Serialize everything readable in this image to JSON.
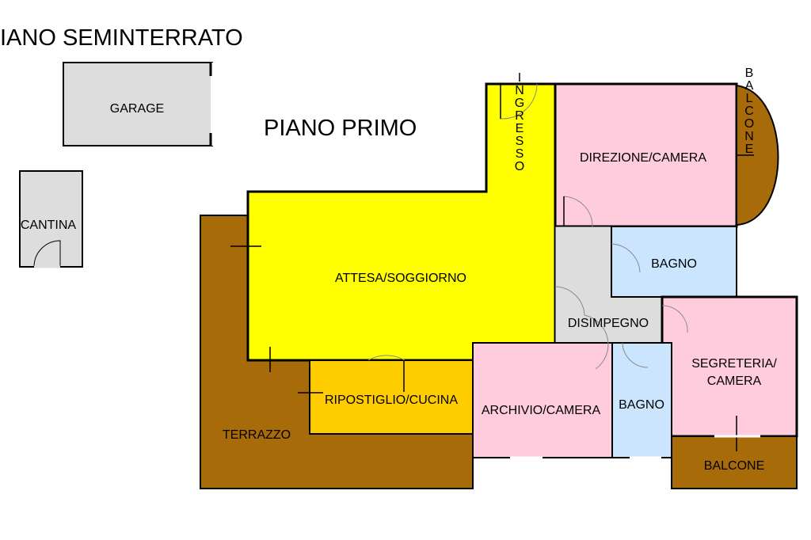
{
  "titles": {
    "basement": "IANO SEMINTERRATO",
    "first_floor": "PIANO PRIMO"
  },
  "rooms": {
    "garage": "GARAGE",
    "cantina": "CANTINA",
    "attesa_soggiorno": "ATTESA/SOGGIORNO",
    "ingresso": "INGRESSO",
    "direzione_camera": "DIREZIONE/CAMERA",
    "balcone_top": "BALCONE",
    "bagno_1": "BAGNO",
    "disimpegno": "DISIMPEGNO",
    "segreteria_line1": "SEGRETERIA/",
    "segreteria_line2": "CAMERA",
    "ripostiglio_cucina": "RIPOSTIGLIO/CUCINA",
    "archivio_camera": "ARCHIVIO/CAMERA",
    "bagno_2": "BAGNO",
    "terrazzo": "TERRAZZO",
    "balcone_bottom": "BALCONE"
  },
  "colors": {
    "yellow": "#ffff00",
    "orange": "#ffcc00",
    "brown": "#a86b0a",
    "pink": "#ffccdd",
    "light_blue": "#cce5ff",
    "grey": "#dddddd",
    "wall": "#000000"
  }
}
